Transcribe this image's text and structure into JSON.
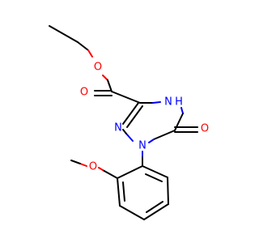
{
  "molecule": {
    "atoms": {
      "o_ester_single": {
        "label": "O",
        "color": "#ff0000"
      },
      "o_carbonyl_ester": {
        "label": "O",
        "color": "#ff0000"
      },
      "n_h": {
        "label": "N",
        "sublabel": "H",
        "color": "#0000ff"
      },
      "o_ring_carbonyl": {
        "label": "O",
        "color": "#ff0000"
      },
      "n_ring_left": {
        "label": "N",
        "color": "#0000ff"
      },
      "n_ring_bottom": {
        "label": "N",
        "color": "#0000ff"
      },
      "o_methoxy": {
        "label": "O",
        "color": "#ff0000"
      }
    },
    "colors": {
      "bond": "#000000",
      "oxygen": "#ff0000",
      "nitrogen": "#0000ff"
    }
  }
}
